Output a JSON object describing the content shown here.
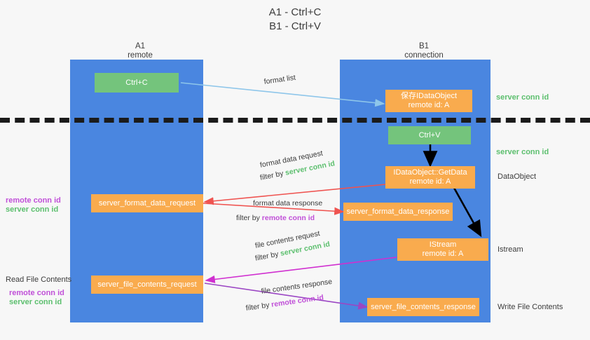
{
  "title": {
    "line1": "A1 - Ctrl+C",
    "line2": "B1 - Ctrl+V"
  },
  "columns": [
    {
      "name": "A1",
      "sub": "remote"
    },
    {
      "name": "B1",
      "sub": "connection"
    }
  ],
  "nodes": {
    "ctrl_c": "Ctrl+C",
    "ctrl_v": "Ctrl+V",
    "save_idataobject_title": "保存IDataObject",
    "save_idataobject_sub": "remote id: A",
    "getdata_title": "IDataObject::GetData",
    "getdata_sub": "remote id: A",
    "istream_title": "IStream",
    "istream_sub": "remote id: A",
    "server_format_data_request": "server_format_data_request",
    "server_format_data_response": "server_format_data_response",
    "server_file_contents_request": "server_file_contents_request",
    "server_file_contents_response": "server_file_contents_response"
  },
  "edges": {
    "format_list": "format list",
    "format_data_request": "format data request",
    "format_data_response": "format data response",
    "file_contents_request": "file contents request",
    "file_contents_response": "file contents response",
    "filter_by": "filter by"
  },
  "labels": {
    "server_conn_id": "server conn id",
    "remote_conn_id": "remote conn id",
    "dataobject": "DataObject",
    "istream": "Istream",
    "read_file_contents": "Read File Contents",
    "write_file_contents": "Write File Contents"
  },
  "colors": {
    "lane": "#4a86e0",
    "node_orange": "#f9ab4e",
    "node_green": "#74c47c",
    "server_conn_id": "#5cbf6e",
    "remote_conn_id": "#c050d8",
    "arrow_blue": "#8ec6ea",
    "arrow_red": "#ef5350",
    "arrow_magenta": "#d02fd0",
    "arrow_purple": "#9b46c4",
    "arrow_black": "#000000",
    "background": "#f7f7f7"
  }
}
